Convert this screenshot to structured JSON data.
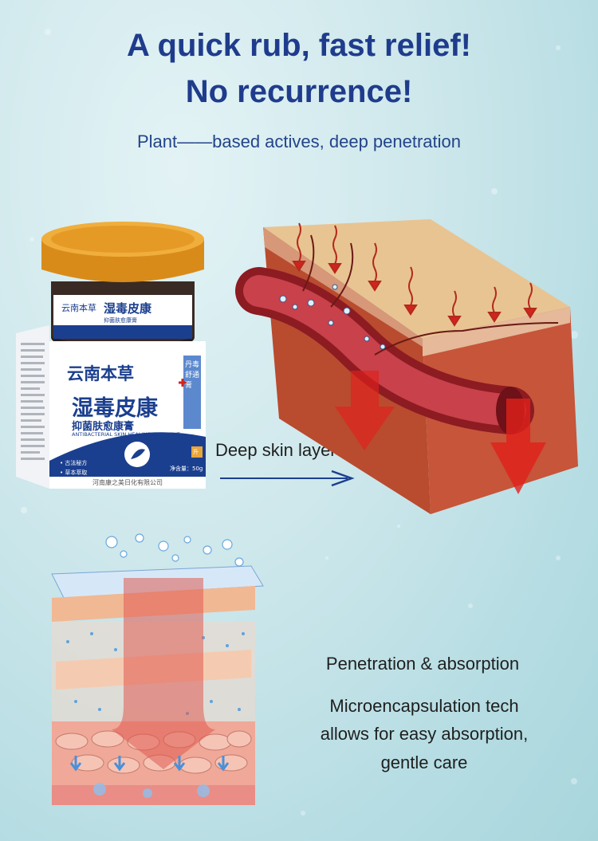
{
  "headline": {
    "line1": "A quick rub, fast relief!",
    "line2": "No recurrence!"
  },
  "subtitle": "Plant——based actives, deep penetration",
  "arrow_caption": "Deep skin layers",
  "absorption": {
    "title": "Penetration & absorption",
    "line1": "Microencapsulation tech",
    "line2": "allows for easy absorption,",
    "line3": "gentle care"
  },
  "product": {
    "brand": "云南本草",
    "name": "湿毒皮康",
    "subname": "抑菌肤愈康膏",
    "english": "ANTIBACTERIAL SKIN HEALING OINTMENT",
    "feature1": "• 古法秘方",
    "feature2": "• 草本萃取",
    "weight": "净含量：50g",
    "side_label": "丹毒舒通膏",
    "badge": "升",
    "manufacturer": "河南康之美日化有限公司"
  },
  "colors": {
    "title": "#1f3c8c",
    "accent": "#1b3f8f",
    "cap": "#d98b1a",
    "red": "#d2231e"
  },
  "icons": [
    "plus-cross-icon",
    "leaf-logo-icon",
    "arrow-right-icon"
  ]
}
